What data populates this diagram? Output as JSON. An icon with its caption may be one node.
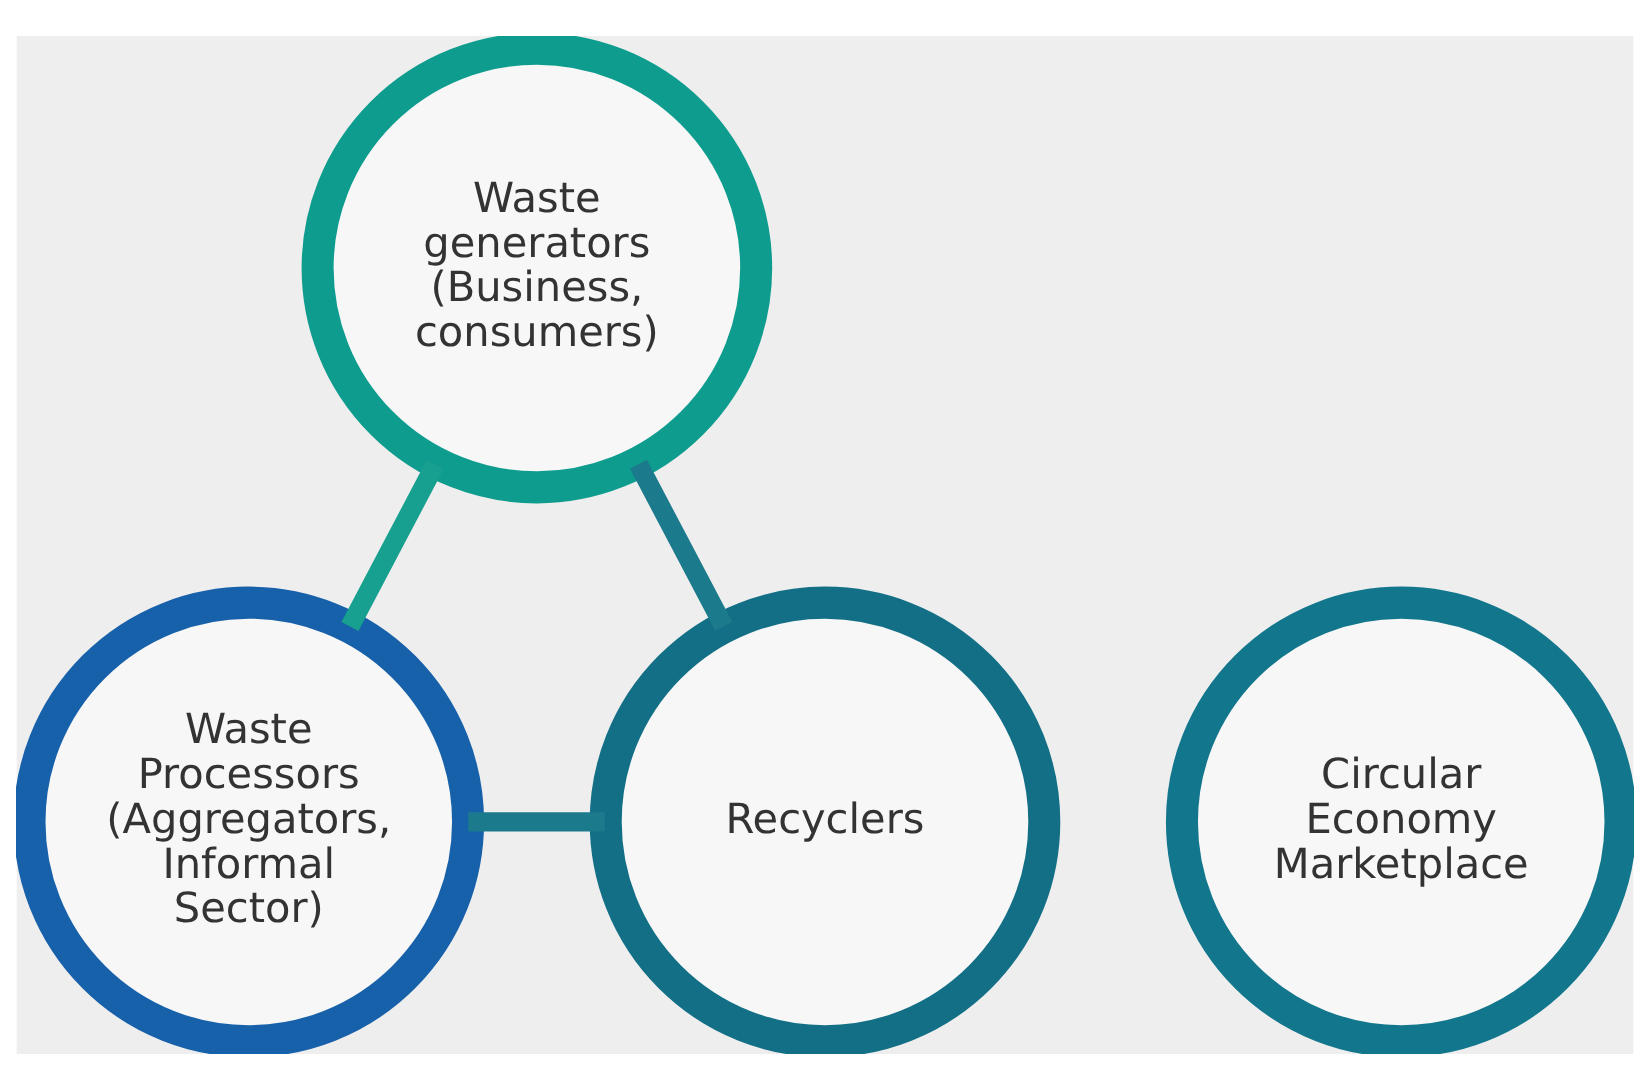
{
  "diagram": {
    "nodes": [
      {
        "text": [
          "Waste generators",
          "(Business, consumers)"
        ]
      },
      {
        "text": [
          "Circular Economy Marketplace"
        ]
      },
      {
        "text": [
          "Recyclers"
        ]
      },
      {
        "text": [
          "Waste Processors",
          "(Aggregators, Informal Sector)"
        ]
      }
    ],
    "edges": [
      {
        "from": 0,
        "to": 3,
        "arrow": "none",
        "color": "#17a08f"
      },
      {
        "from": 3,
        "to": 2,
        "arrow": "none"
      },
      {
        "from": 2,
        "to": 0,
        "arrow": "none"
      }
    ]
  }
}
